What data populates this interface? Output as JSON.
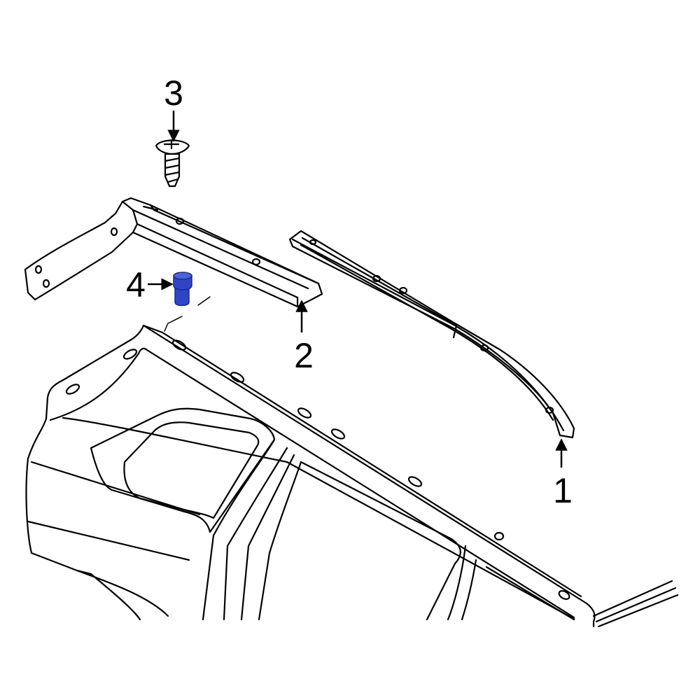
{
  "callouts": [
    {
      "id": "1",
      "text": "1"
    },
    {
      "id": "2",
      "text": "2"
    },
    {
      "id": "3",
      "text": "3"
    },
    {
      "id": "4",
      "text": "4"
    }
  ],
  "colors": {
    "line": "#000000",
    "background": "#ffffff",
    "highlight_part": "#2f45c4",
    "highlight_dark": "#1c2b8a"
  }
}
